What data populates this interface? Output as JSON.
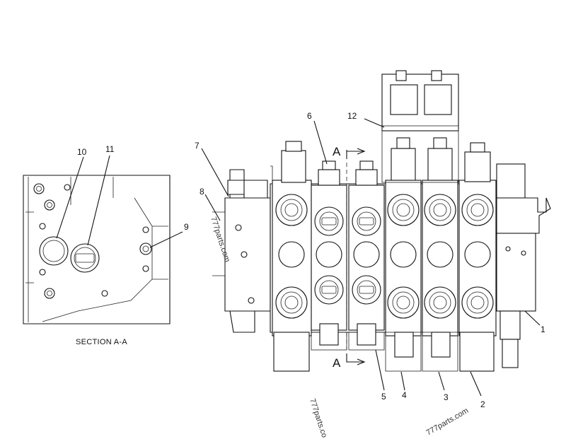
{
  "diagram": {
    "section_caption": "SECTION A-A",
    "section_marker_top": "A",
    "section_marker_bottom": "A",
    "callouts": {
      "c1": "1",
      "c2": "2",
      "c3": "3",
      "c4": "4",
      "c5": "5",
      "c6": "6",
      "c7": "7",
      "c8": "8",
      "c9": "9",
      "c10": "10",
      "c11": "11",
      "c12": "12"
    },
    "watermarks": {
      "wm1": "777parts.com",
      "wm2": "777parts.co",
      "wm3": "777parts.com"
    }
  }
}
